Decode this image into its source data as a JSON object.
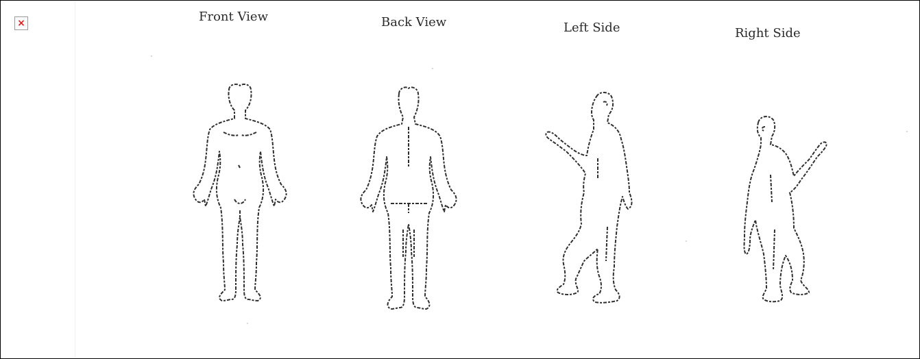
{
  "broken_image": {
    "icon": "broken-image-icon",
    "glyph": "×",
    "color": "#e01b1b"
  },
  "diagram": {
    "views": [
      {
        "key": "front",
        "label": "Front View"
      },
      {
        "key": "back",
        "label": "Back View"
      },
      {
        "key": "left",
        "label": "Left Side"
      },
      {
        "key": "right",
        "label": "Right Side"
      }
    ]
  }
}
